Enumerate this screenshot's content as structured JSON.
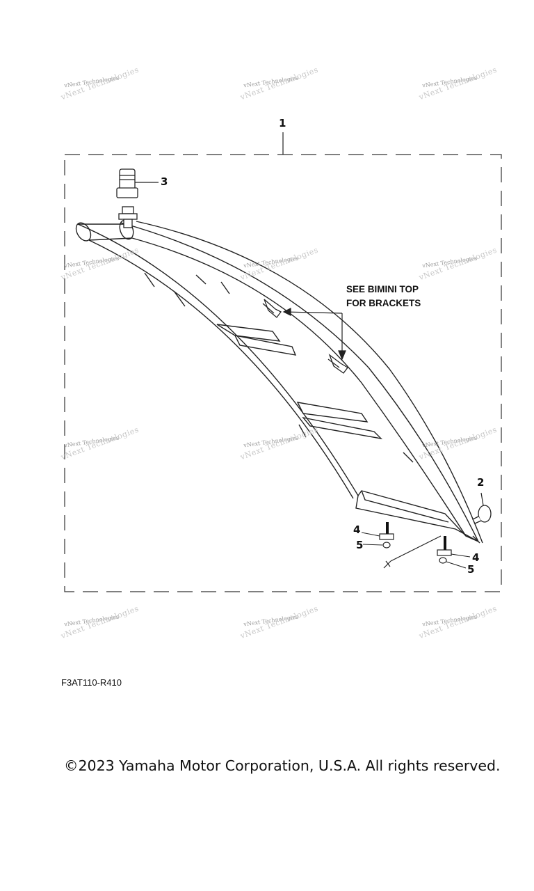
{
  "watermark": {
    "text": "vNext Technologies"
  },
  "callouts": {
    "kit": "1",
    "knob": "2",
    "cap": "3",
    "spacer_left": "4",
    "nut_left": "5",
    "spacer_right": "4",
    "nut_right": "5"
  },
  "note": {
    "line1": "SEE BIMINI TOP",
    "line2": "FOR BRACKETS"
  },
  "figure_code": "F3AT110-R410",
  "copyright": "©2023 Yamaha Motor Corporation, U.S.A. All rights reserved."
}
